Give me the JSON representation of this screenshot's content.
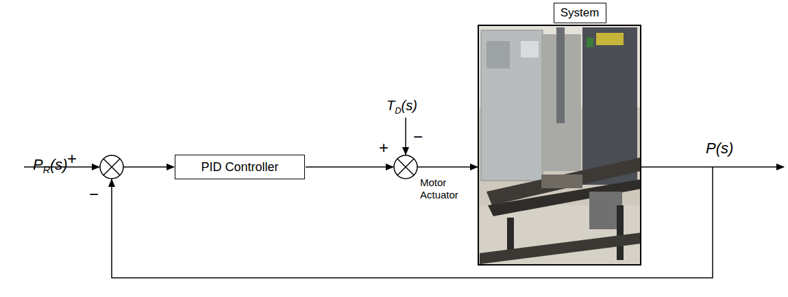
{
  "diagram": {
    "nodes": [
      {
        "text": [
          "PID Controller"
        ]
      },
      {
        "text": [
          "System"
        ]
      }
    ],
    "labels": [
      "P",
      "R",
      "(s)",
      "+",
      "−",
      "+",
      "−",
      "T",
      "D",
      "(s)",
      "Motor Actuator",
      "P(s)"
    ]
  }
}
